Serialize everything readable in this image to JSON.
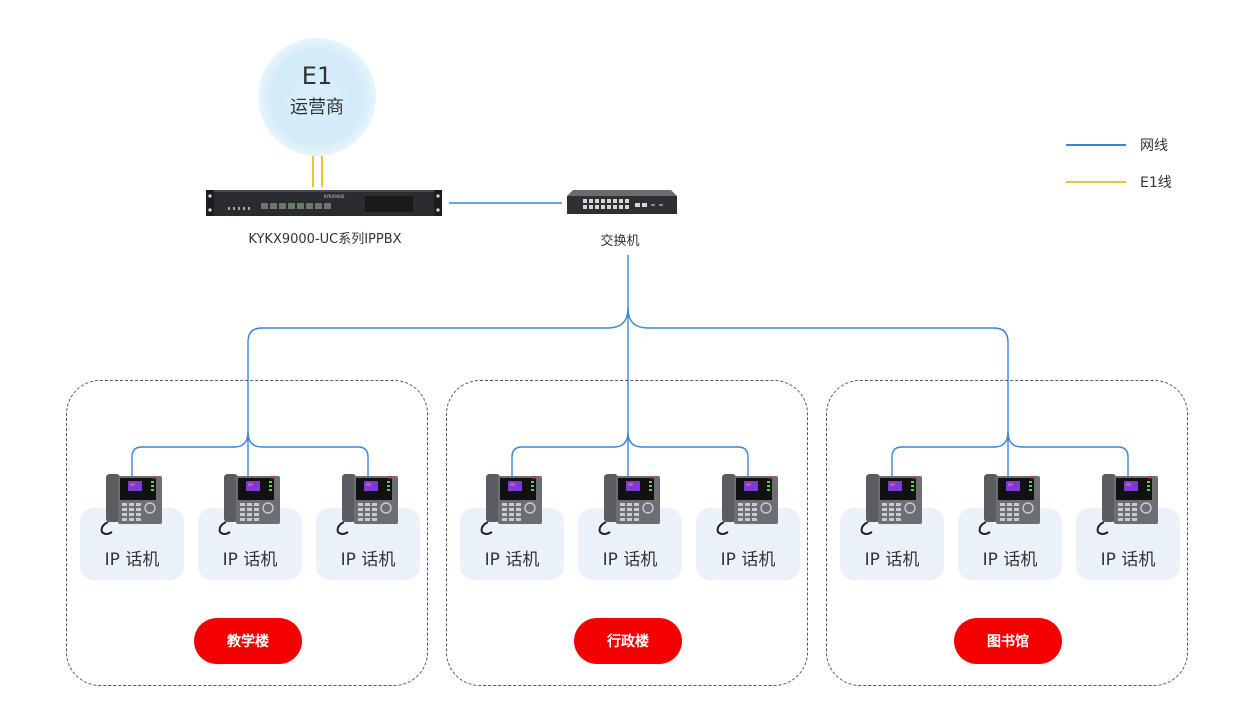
{
  "e1": {
    "title": "E1",
    "subtitle": "运营商"
  },
  "pbx": {
    "label": "KYKX9000-UC系列IPPBX",
    "brand_text": "KYKX9000"
  },
  "switch": {
    "label": "交换机"
  },
  "legend": [
    {
      "label": "网线",
      "color": "#3a86d4"
    },
    {
      "label": "E1线",
      "color": "#f2c12e"
    }
  ],
  "zones": [
    {
      "name": "教学楼",
      "phones": [
        "IP 话机",
        "IP 话机",
        "IP 话机"
      ]
    },
    {
      "name": "行政楼",
      "phones": [
        "IP 话机",
        "IP 话机",
        "IP 话机"
      ]
    },
    {
      "name": "图书馆",
      "phones": [
        "IP 话机",
        "IP 话机",
        "IP 话机"
      ]
    }
  ],
  "colors": {
    "network_line": "#3a86d4",
    "e1_line": "#f2c12e",
    "badge": "#f40000"
  }
}
